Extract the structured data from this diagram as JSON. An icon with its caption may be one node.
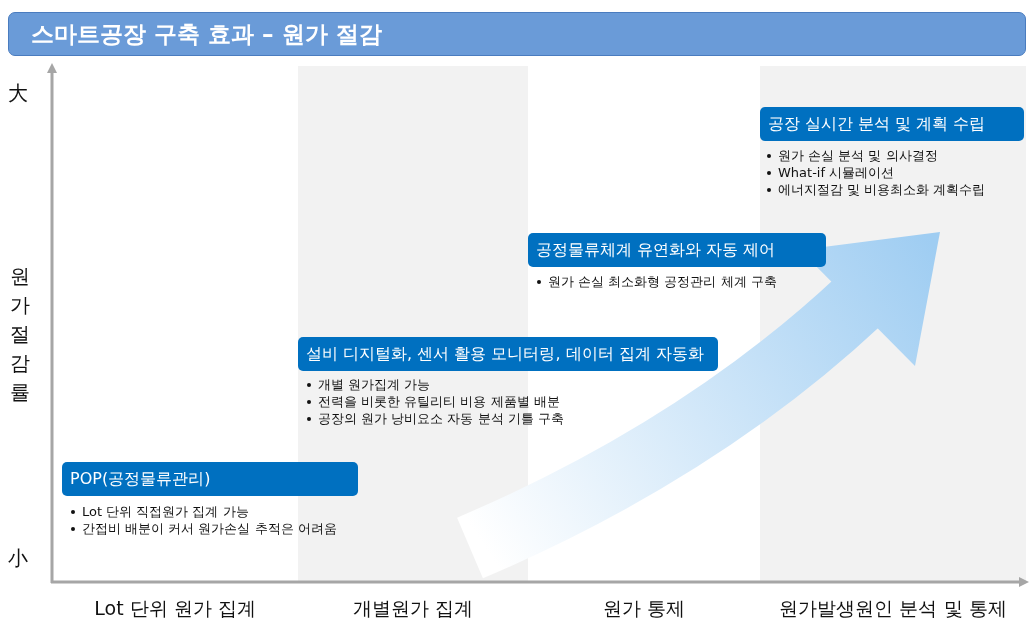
{
  "diagram": {
    "title": "스마트공장 구축 효과 – 원가 절감",
    "nodes": [
      {
        "text": [
          "POP(공정물류관리)"
        ],
        "beside": [
          "Lot 단위 직접원가 집계 가능",
          "간접비 배분이 커서 원가손실 추적은 어려움"
        ]
      },
      {
        "text": [
          "설비 디지털화, 센서 활용 모니터링, 데이터 집계 자동화"
        ],
        "beside": [
          "개별 원가집계 가능",
          "전력을 비롯한 유틸리티 비용 제품별 배분",
          "공장의 원가 낭비요소 자동 분석 기틀 구축"
        ]
      },
      {
        "text": [
          "공정물류체계 유연화와 자동 제어"
        ],
        "beside": [
          "원가 손실 최소화형 공정관리 체계 구축"
        ]
      },
      {
        "text": [
          "공장 실시간 분석 및 계획 수립"
        ],
        "beside": [
          "원가 손실 분석 및 의사결정",
          "What-if 시뮬레이션",
          "에너지절감 및 비용최소화 계획수립"
        ]
      }
    ],
    "edges": [],
    "labels": [
      "大",
      "원가절감률",
      "小",
      "Lot 단위 원가 집계",
      "개별원가 집계",
      "원가 통제",
      "원가발생원인 분석 및 통제"
    ]
  }
}
